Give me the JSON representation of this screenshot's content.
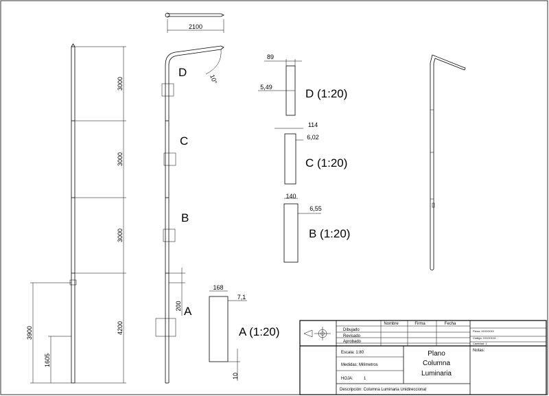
{
  "dimensions": {
    "height_1": "3000",
    "height_2": "3000",
    "height_3": "3000",
    "height_4": "4200",
    "total_height": "3900",
    "door_height": "1605",
    "arm_length": "2100",
    "arm_angle": "10°",
    "base_offset": "200",
    "base_gap": "10"
  },
  "sections": {
    "d": {
      "letter": "D",
      "title": "D (1:20)",
      "width": "89",
      "thickness": "5,49"
    },
    "c": {
      "letter": "C",
      "title": "C (1:20)",
      "width": "114",
      "thickness": "6,02"
    },
    "b": {
      "letter": "B",
      "title": "B (1:20)",
      "width": "140",
      "thickness": "6,55"
    },
    "a": {
      "letter": "A",
      "title": "A (1:20)",
      "width": "168",
      "thickness": "7,1"
    }
  },
  "title_block": {
    "col_name": "Nombre",
    "col_signature": "Firma",
    "col_date": "Fecha",
    "row_drawn": "Dibujado",
    "row_reviewed": "Revisado",
    "row_approved": "Aprobado",
    "code_1": "Pieza: XXXXXXX",
    "code_2": "Código: XXXXXXX",
    "code_3": "Cantidad: 1",
    "scale": "Escala: 1:80",
    "units": "Medidas: Milímetros",
    "sheet_label": "HOJA:",
    "sheet_number": "1",
    "title_line1": "Plano",
    "title_line2": "Columna",
    "title_line3": "Luminaria",
    "notes": "Notas:",
    "description": "Descripción: Columna Luminaria Unidireccional"
  }
}
